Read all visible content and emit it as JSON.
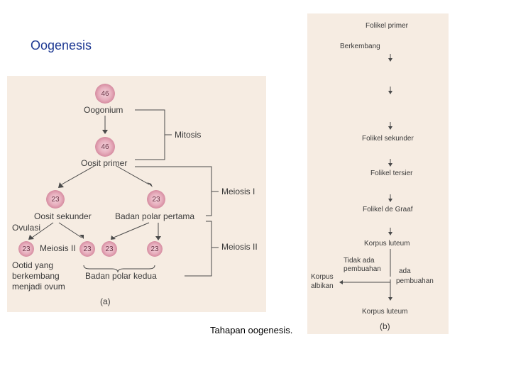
{
  "title": "Oogenesis",
  "caption": "Tahapan oogenesis.",
  "panel_a": {
    "label": "(a)",
    "oogonium": {
      "chromosomes": "46",
      "label": "Oogonium"
    },
    "oosit_primer": {
      "chromosomes": "46",
      "label": "Oosit primer"
    },
    "mitosis": "Mitosis",
    "meiosis_1": "Meiosis I",
    "meiosis_2": "Meiosis II",
    "oosit_sekunder": {
      "chromosomes": "23",
      "label": "Oosit sekunder"
    },
    "badan_polar_pertama": {
      "chromosomes": "23",
      "label": "Badan polar pertama"
    },
    "ovulasi": "Ovulasi",
    "meiosis_2_inline": "Meiosis II",
    "ootid_cell": "23",
    "second_cells": [
      "23",
      "23",
      "23"
    ],
    "ootid_label": [
      "Ootid yang",
      "berkembang",
      "menjadi ovum"
    ],
    "badan_polar_kedua": "Badan polar kedua"
  },
  "panel_b": {
    "label": "(b)",
    "stages": {
      "folikel_primer": "Folikel primer",
      "berkembang": "Berkembang",
      "folikel_sekunder": "Folikel sekunder",
      "folikel_tersier": "Folikel tersier",
      "folikel_de_graaf": "Folikel de Graaf",
      "korpus_luteum_1": "Korpus luteum",
      "tidak_ada_pembuahan": [
        "Tidak ada",
        "pembuahan"
      ],
      "ada_pembuahan": [
        "ada",
        "pembuahan"
      ],
      "korpus_albikan": [
        "Korpus",
        "albikan"
      ],
      "korpus_luteum_2": "Korpus luteum"
    }
  }
}
